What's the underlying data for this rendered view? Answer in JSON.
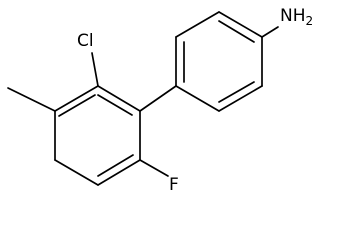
{
  "molecule": {
    "atoms": {
      "chlorine": "Cl",
      "fluorine": "F",
      "amine": {
        "symbol": "N",
        "hydrogen": "H",
        "subscript": "2"
      }
    },
    "colors": {
      "bonds": "#000000",
      "labels": "#000000",
      "background": "#ffffff"
    }
  }
}
